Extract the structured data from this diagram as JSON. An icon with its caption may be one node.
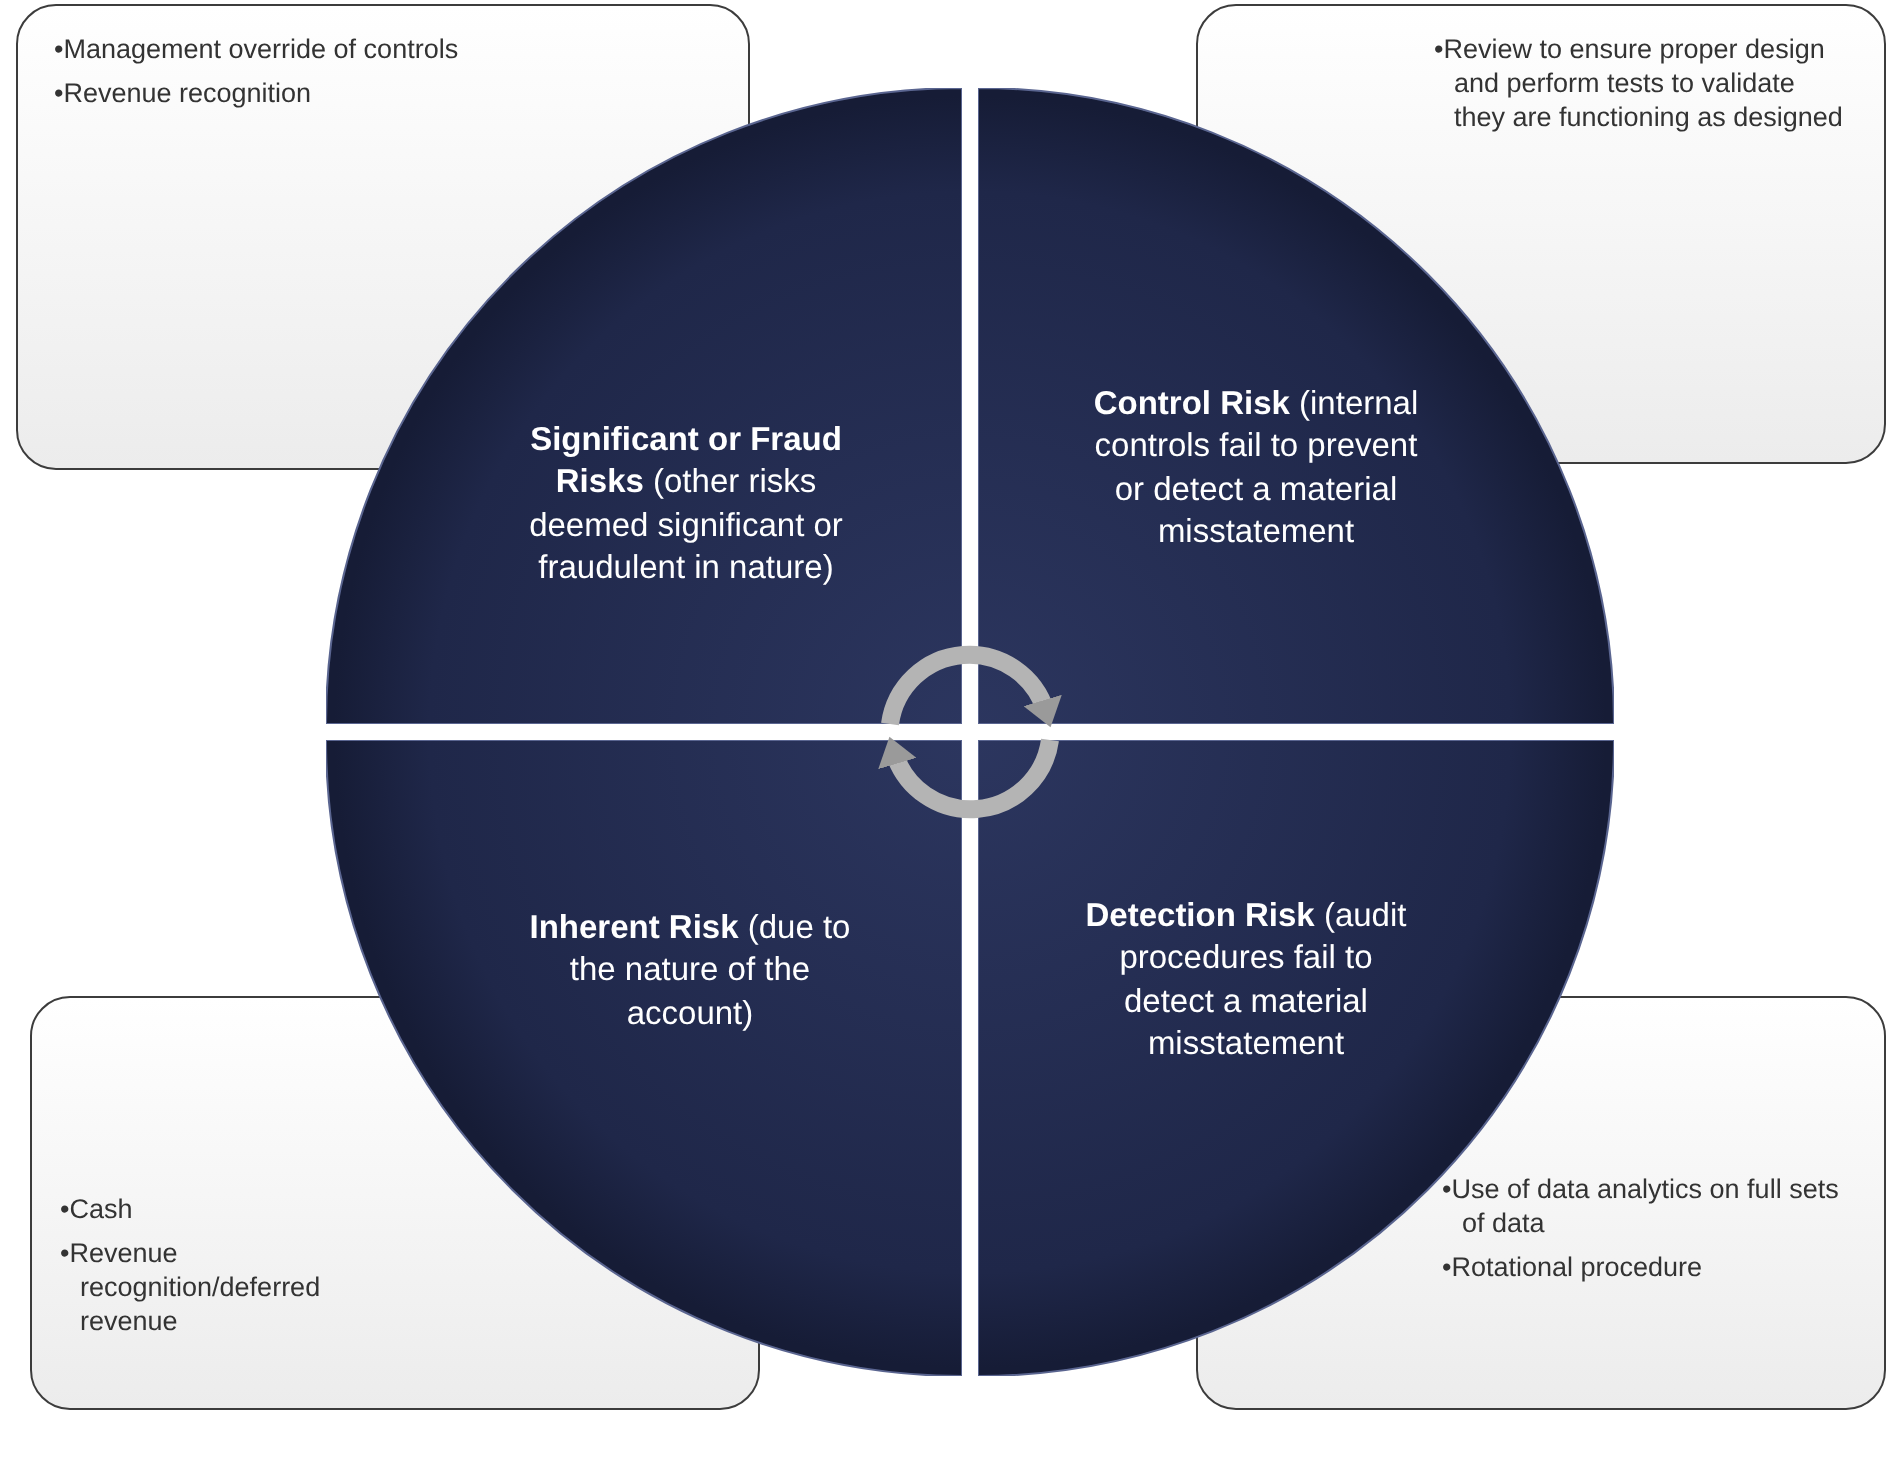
{
  "diagram": {
    "nodes": [
      {
        "text": [
          "•Management override of controls",
          "•Revenue recognition"
        ]
      },
      {
        "text": [
          "•Review to ensure proper design and perform tests to validate they are functioning as designed"
        ]
      },
      {
        "text": [
          "**Significant or Fraud Risks** (other risks deemed significant or fraudulent in nature)"
        ]
      },
      {
        "text": [
          "**Control Risk** (internal controls fail to prevent or detect a material misstatement"
        ]
      },
      {
        "text": [
          "**Inherent Risk** (due to the nature of the account)"
        ]
      },
      {
        "text": [
          "**Detection Risk** (audit procedures fail to detect a material misstatement"
        ]
      },
      {
        "text": [
          "•Cash",
          "•Revenue recognition/deferred revenue"
        ]
      },
      {
        "text": [
          "•Use of data analytics on full sets of data",
          "•Rotational procedure"
        ]
      }
    ],
    "edges": [
      {
        "from": 2,
        "to": 3,
        "arrow": "to"
      },
      {
        "from": 5,
        "to": 4,
        "arrow": "to"
      }
    ]
  }
}
